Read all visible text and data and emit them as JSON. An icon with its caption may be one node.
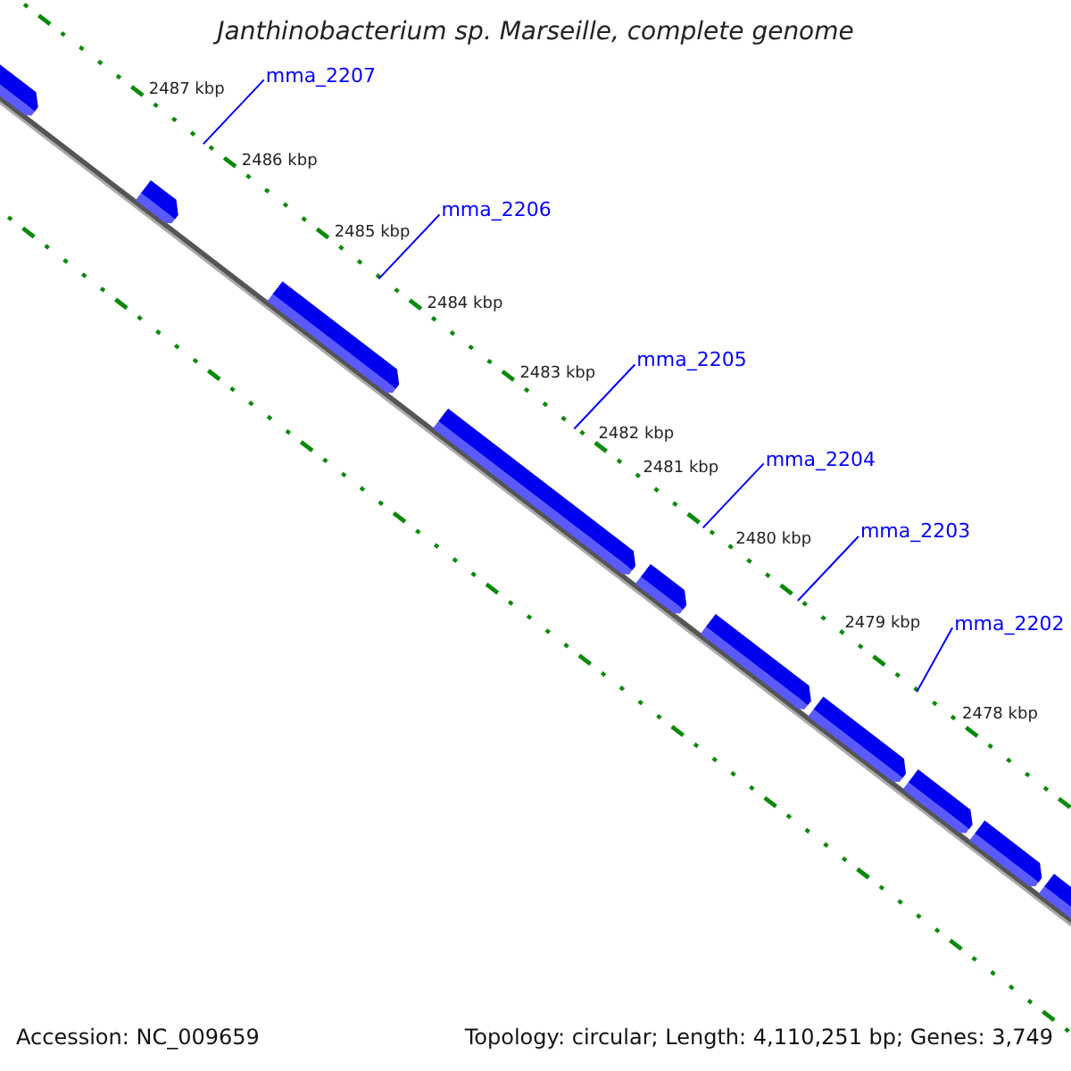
{
  "diagram": {
    "title": "Janthinobacterium sp. Marseille, complete genome",
    "nodes": [
      {
        "text": [
          "mma_2207"
        ]
      },
      {
        "text": [
          "mma_2206"
        ]
      },
      {
        "text": [
          "mma_2205"
        ]
      },
      {
        "text": [
          "mma_2204"
        ]
      },
      {
        "text": [
          "mma_2203"
        ]
      },
      {
        "text": [
          "mma_2202"
        ]
      }
    ],
    "edges": [
      {
        "from": 0,
        "to": null,
        "arrow": "none"
      },
      {
        "from": 1,
        "to": null,
        "arrow": "none"
      },
      {
        "from": 2,
        "to": null,
        "arrow": "none"
      },
      {
        "from": 3,
        "to": null,
        "arrow": "none"
      },
      {
        "from": 4,
        "to": null,
        "arrow": "none"
      },
      {
        "from": 5,
        "to": null,
        "arrow": "none"
      }
    ],
    "labels": [
      "2487 kbp",
      "2486 kbp",
      "2485 kbp",
      "2484 kbp",
      "2483 kbp",
      "2482 kbp",
      "2481 kbp",
      "2480 kbp",
      "2479 kbp",
      "2478 kbp",
      "Accession: NC_009659",
      "Topology: circular; Length: 4,110,251 bp; Genes: 3,749"
    ]
  }
}
